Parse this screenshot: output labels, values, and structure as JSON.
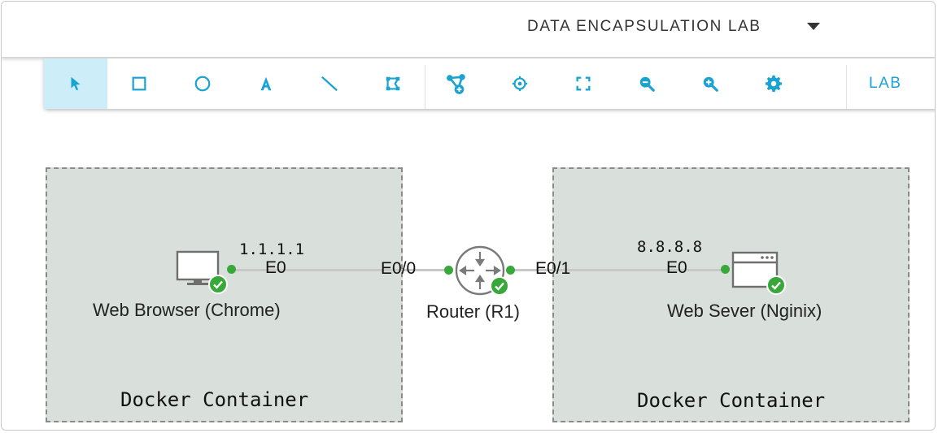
{
  "header": {
    "lab_title": "DATA ENCAPSULATION LAB"
  },
  "toolbar": {
    "tools": [
      "pointer-icon",
      "rectangle-icon",
      "circle-icon",
      "text-icon",
      "line-icon",
      "polygon-icon",
      "add-node-icon",
      "center-icon",
      "fit-icon",
      "zoom-out-icon",
      "zoom-in-icon",
      "settings-icon"
    ],
    "lab_label": "LAB",
    "accent": "#1aa3d1",
    "active_bg": "#cdeef8"
  },
  "topology": {
    "containers": [
      {
        "label": "Docker Container"
      },
      {
        "label": "Docker Container"
      }
    ],
    "nodes": {
      "browser": {
        "label": "Web Browser (Chrome)",
        "ip": "1.1.1.1",
        "interface": "E0"
      },
      "router": {
        "label": "Router (R1)",
        "if_left": "E0/0",
        "if_right": "E0/1"
      },
      "server": {
        "label": "Web Sever (Nginix)",
        "ip": "8.8.8.8",
        "interface": "E0"
      }
    },
    "status_color": "#38a83a",
    "container_color": "#d9dfdb"
  }
}
